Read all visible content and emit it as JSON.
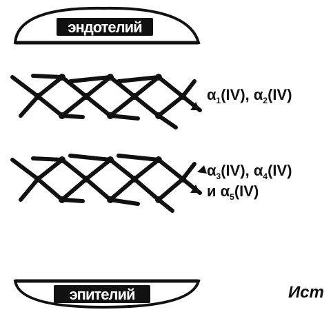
{
  "cells": {
    "top": "эндотелий",
    "bottom": "эпителий"
  },
  "networks": [
    {
      "chains": [
        "α",
        "1",
        "(IV), ",
        "α",
        "2",
        "(IV)"
      ]
    },
    {
      "chains": [
        "α",
        "3",
        "(IV), ",
        "α",
        "4",
        "(IV)"
      ],
      "chains_line2": [
        "и ",
        "α",
        "5",
        "(IV)"
      ]
    }
  ],
  "caption": "Ист"
}
